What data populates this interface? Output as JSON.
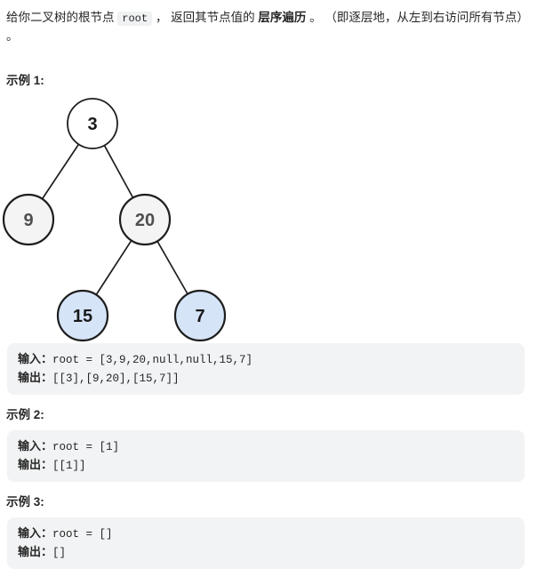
{
  "problem": {
    "text_before_code": "给你二叉树的根节点 ",
    "inline_code": "root",
    "text_middle": " ， 返回其节点值的 ",
    "bold_term": "层序遍历",
    "text_after": " 。 （即逐层地，从左到右访问所有节点） 。"
  },
  "tree": {
    "edge_color": "#1e1e1e",
    "border_color": "#1e1e1e",
    "nodes": [
      {
        "value": "3",
        "fill": "#ffffff",
        "text_color": "#1a1a1a"
      },
      {
        "value": "9",
        "fill": "#f4f4f4",
        "text_color": "#4f4f4f"
      },
      {
        "value": "20",
        "fill": "#f4f4f4",
        "text_color": "#4f4f4f"
      },
      {
        "value": "15",
        "fill": "#d6e4f8",
        "text_color": "#1a1a1a"
      },
      {
        "value": "7",
        "fill": "#d6e4f8",
        "text_color": "#1a1a1a"
      }
    ]
  },
  "examples": [
    {
      "heading": "示例 1:",
      "input_label": "输入：",
      "input_value": "root = [3,9,20,null,null,15,7]",
      "output_label": "输出：",
      "output_value": "[[3],[9,20],[15,7]]"
    },
    {
      "heading": "示例 2:",
      "input_label": "输入：",
      "input_value": "root = [1]",
      "output_label": "输出：",
      "output_value": "[[1]]"
    },
    {
      "heading": "示例 3:",
      "input_label": "输入：",
      "input_value": "root = []",
      "output_label": "输出：",
      "output_value": "[]"
    }
  ],
  "colors": {
    "example_block_bg": "#f2f3f4",
    "code_chip_bg": "#eff1f2",
    "body_text": "#262626"
  }
}
